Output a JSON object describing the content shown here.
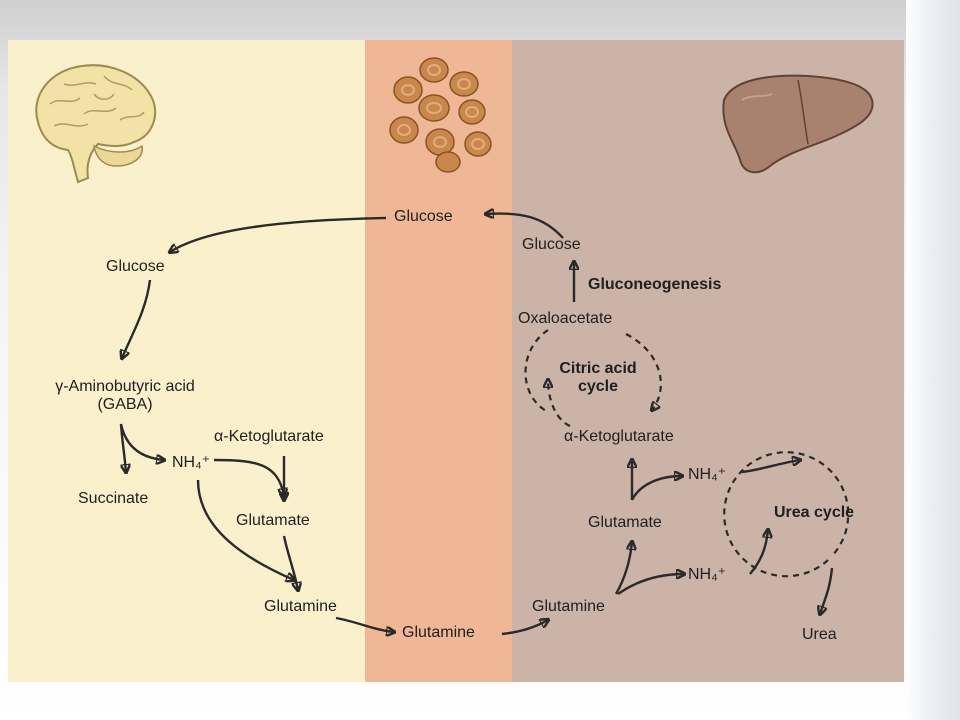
{
  "labels": {
    "glucose_blood": "Glucose",
    "glucose_brain": "Glucose",
    "gaba": "γ-Aminobutyric acid\n(GABA)",
    "succinate": "Succinate",
    "nh4_brain": "NH₄⁺",
    "akg_brain": "α-Ketoglutarate",
    "glutamate_brain": "Glutamate",
    "glutamine_brain": "Glutamine",
    "glutamine_blood": "Glutamine",
    "glutamine_liver": "Glutamine",
    "glucose_liver": "Glucose",
    "gluconeogenesis": "Gluconeogenesis",
    "oxaloacetate": "Oxaloacetate",
    "citric_acid_cycle": "Citric acid\ncycle",
    "akg_liver": "α-Ketoglutarate",
    "nh4_liver_upper": "NH₄⁺",
    "glutamate_liver": "Glutamate",
    "nh4_liver_lower": "NH₄⁺",
    "urea_cycle": "Urea cycle",
    "urea": "Urea"
  },
  "colors": {
    "brain_panel": "#fbf0cc",
    "blood_panel": "#efb795",
    "liver_panel": "#cbb3a8",
    "arrow": "#2a2a2a"
  },
  "icons": [
    "brain-icon",
    "blood-cells-icon",
    "liver-icon"
  ]
}
